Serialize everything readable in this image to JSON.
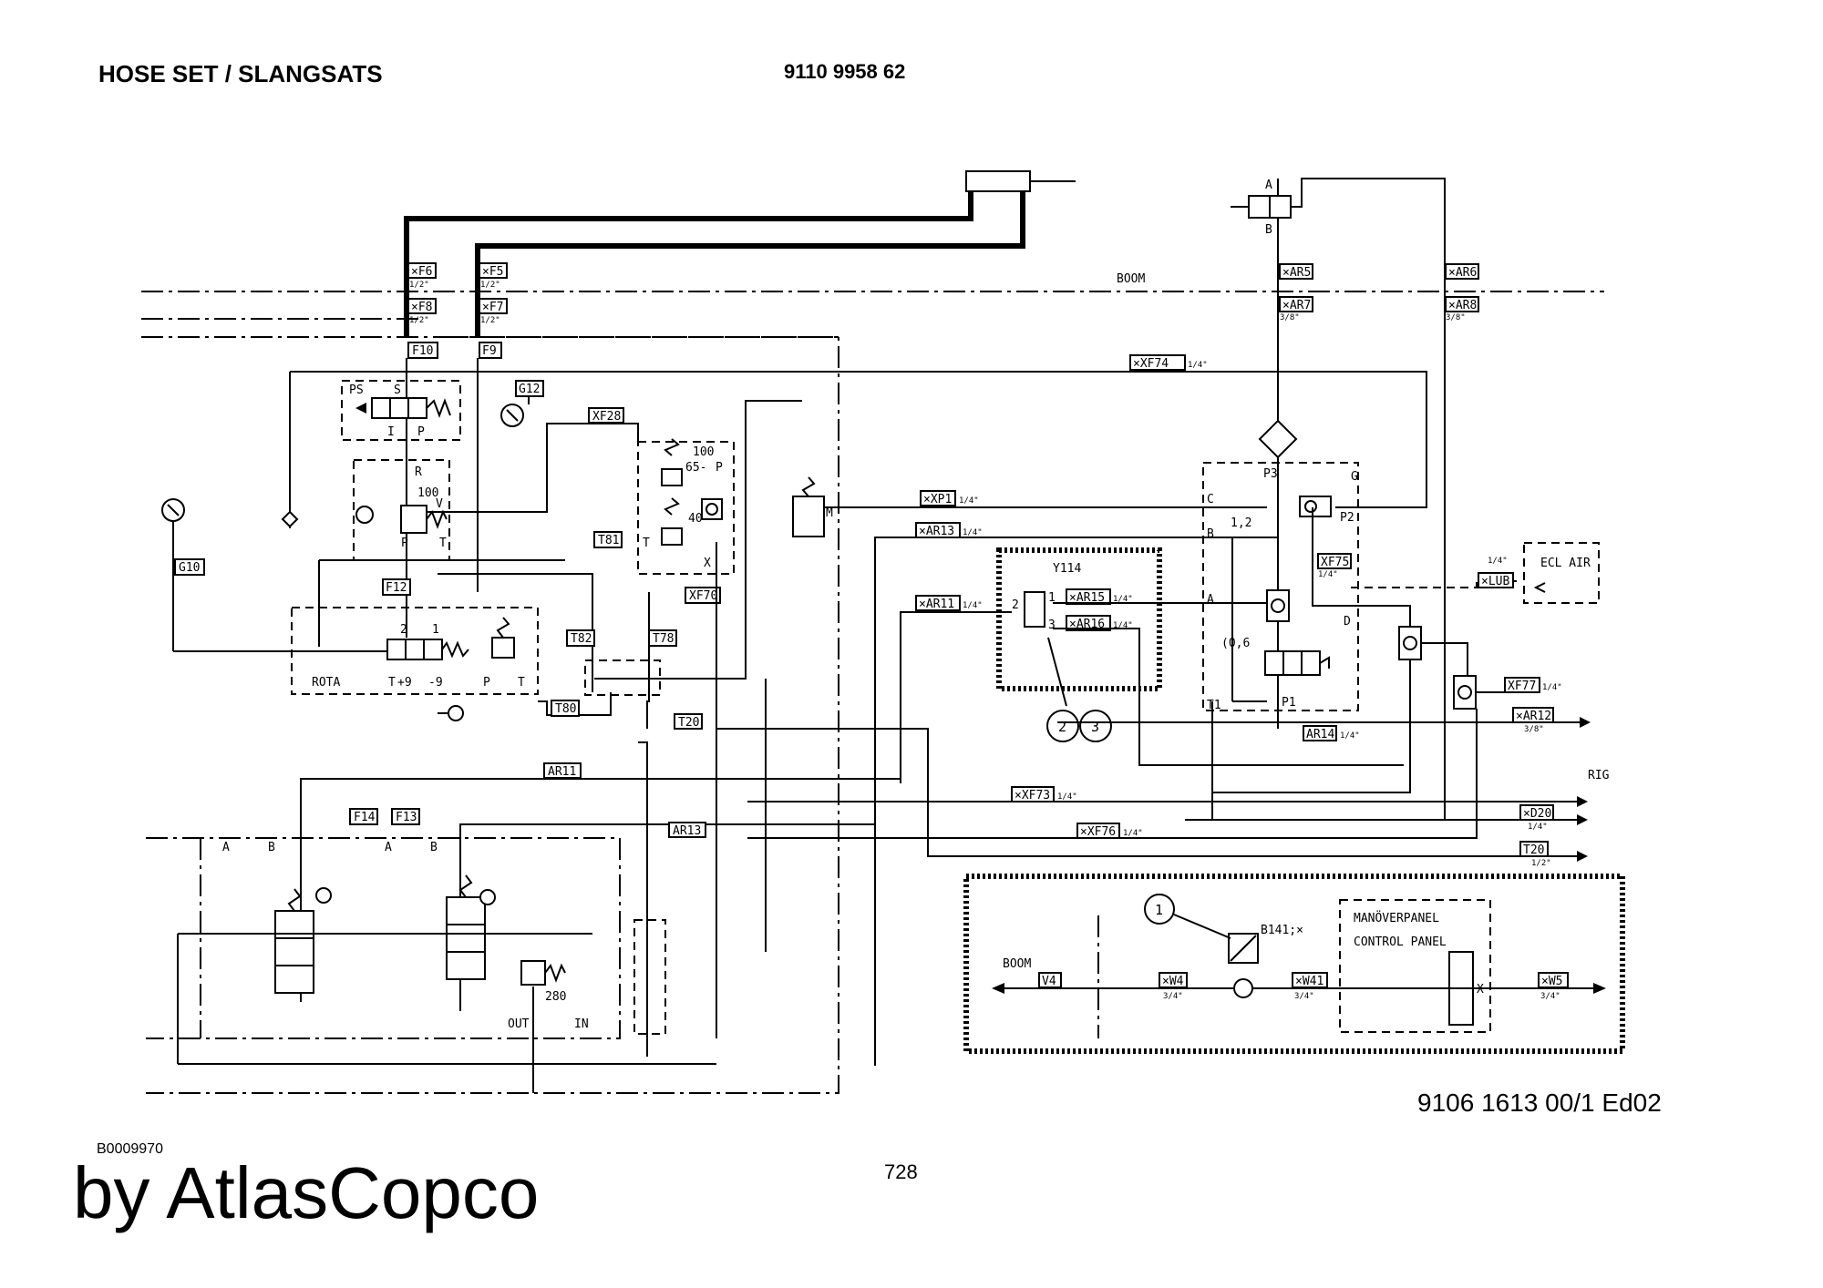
{
  "header": {
    "title": "HOSE SET / SLANGSATS",
    "part_number": "9110 9958 62"
  },
  "footer": {
    "doc_ref": "9106 1613 00/1  Ed02",
    "image_code": "B0009970",
    "page_number": "728",
    "brand": "by AtlasCopco"
  },
  "diagram": {
    "section_labels": {
      "boom_top": "BOOM",
      "rig": "RIG",
      "boom_panel": "BOOM",
      "panel_sv": "MANÖVERPANEL",
      "panel_en": "CONTROL PANEL",
      "ecl_air": "ECL AIR",
      "rota": "ROTA"
    },
    "hose_tags": {
      "f6": "×F6",
      "f5": "×F5",
      "f8": "×F8",
      "f7": "×F7",
      "f10": "F10",
      "f9": "F9",
      "f12": "F12",
      "f13": "F13",
      "f14": "F14",
      "g10": "G10",
      "g12": "G12",
      "xf28": "XF28",
      "t81": "T81",
      "t82": "T82",
      "t78": "T78",
      "t80": "T80",
      "xf70": "XF70",
      "t20a": "T20",
      "ar11": "AR11",
      "ar13": "AR13",
      "xp1": "×XP1",
      "xar13": "×AR13",
      "xar11": "×AR11",
      "xar15": "×AR15",
      "xar16": "×AR16",
      "xf74": "×XF74",
      "xf73": "×XF73",
      "xf76": "×XF76",
      "xar5": "×AR5",
      "xar6": "×AR6",
      "xar7": "×AR7",
      "xar8": "×AR8",
      "xf75": "XF75",
      "xlub": "×LUB",
      "xf77": "XF77",
      "xar12": "×AR12",
      "ar14": "AR14",
      "xd20": "×D20",
      "t20b": "T20",
      "v4": "V4",
      "xw4": "×W4",
      "xw41": "×W41",
      "xw5": "×W5",
      "y114": "Y114",
      "b141": "B141;×"
    },
    "sizes": {
      "half": "1/2\"",
      "quarter": "1/4\"",
      "three_eighths": "3/8\"",
      "three_quarter": "3/4\""
    },
    "port_labels": {
      "ps": "PS",
      "s": "S",
      "i": "I",
      "p": "P",
      "r": "R",
      "v": "V",
      "t": "T",
      "a": "A",
      "b": "B",
      "c": "C",
      "d": "D",
      "g": "G",
      "m": "M",
      "x": "X",
      "p1": "P1",
      "p2": "P2",
      "p3": "P3",
      "t1": "T1",
      "n1": "1",
      "n2": "2",
      "n3": "3",
      "plus9": "+9",
      "minus9": "-9",
      "out": "OUT",
      "in": "IN"
    },
    "values": {
      "relief_100": "100",
      "relief_65": "65-",
      "relief_40": "40",
      "relief_280": "280",
      "orifice_12": "1,2",
      "orifice_06": "(0,6"
    },
    "callouts": [
      "1",
      "2",
      "3"
    ]
  }
}
